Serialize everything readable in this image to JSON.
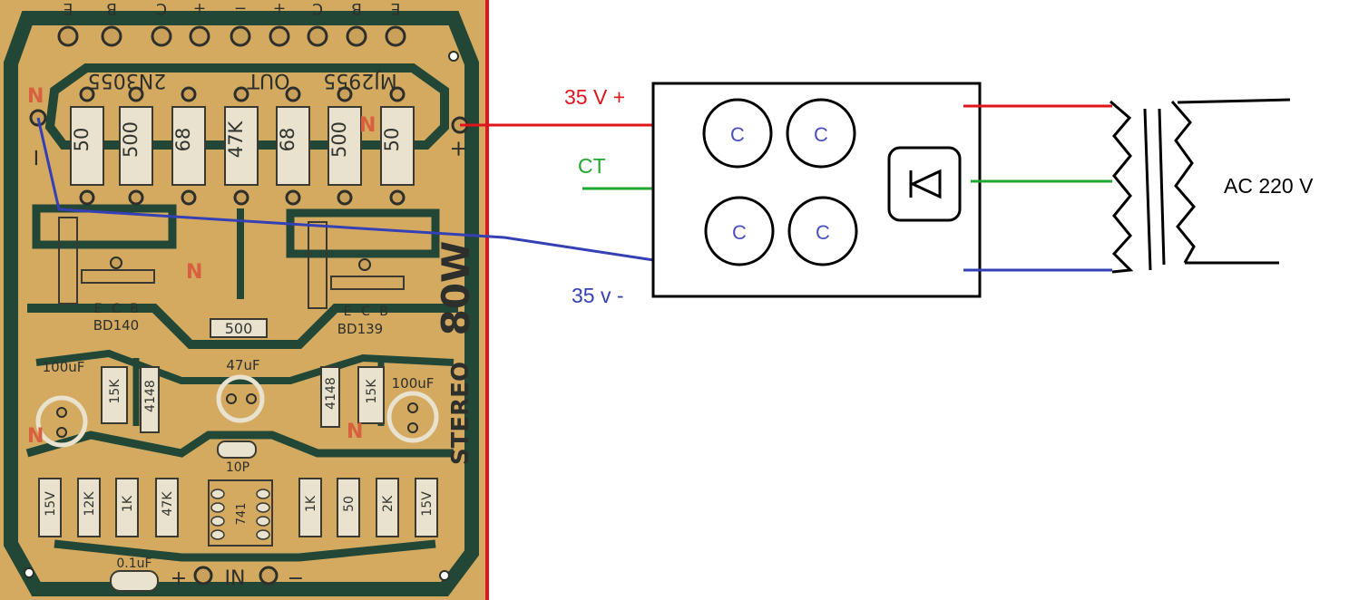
{
  "pcb": {
    "top_pins": [
      "E",
      "B",
      "C",
      "+",
      "−",
      "+",
      "C",
      "B",
      "E"
    ],
    "transistor_left": "2N3055",
    "out_label": "OUT",
    "transistor_right": "MJ2955",
    "top_resistors": [
      "50",
      "500",
      "68",
      "47K",
      "68",
      "500",
      "50"
    ],
    "minus_sign": "−",
    "plus_sign": "+",
    "driver_left": "BD140",
    "driver_right": "BD139",
    "driver_pins_left": [
      "E",
      "C",
      "B"
    ],
    "driver_pins_right": [
      "E",
      "C",
      "B"
    ],
    "mid_resistor": "500",
    "cap_left": "100uF",
    "cap_mid": "47uF",
    "cap_right": "100uF",
    "res_15k_left": "15K",
    "diode_left": "4148",
    "diode_right": "4148",
    "res_15k_right": "15K",
    "cap_10p": "10P",
    "opamp": "741",
    "bottom_left_parts": [
      "15V",
      "12K",
      "1K",
      "47K"
    ],
    "bottom_right_parts": [
      "1K",
      "50",
      "2K",
      "15V"
    ],
    "cap_01": "0.1uF",
    "in_plus": "+",
    "in_label": "IN",
    "in_minus": "−",
    "brand_watts": "80W",
    "brand_stereo": "STEREO",
    "n_marks": [
      "N",
      "N",
      "N",
      "N",
      "N"
    ]
  },
  "diagram": {
    "label_pos": "35 V +",
    "label_ct": "CT",
    "label_neg": "35 v -",
    "capacitors": [
      "C",
      "C",
      "C",
      "C"
    ],
    "ac_label": "AC 220 V",
    "colors": {
      "positive": "#e0141b",
      "center_tap": "#1fa82e",
      "negative": "#3540b5",
      "cap_text": "#4a4fc0",
      "outline": "#000000",
      "divider": "#e0141b",
      "pcb_board": "#d2a85c",
      "pcb_trace": "#234736"
    }
  }
}
